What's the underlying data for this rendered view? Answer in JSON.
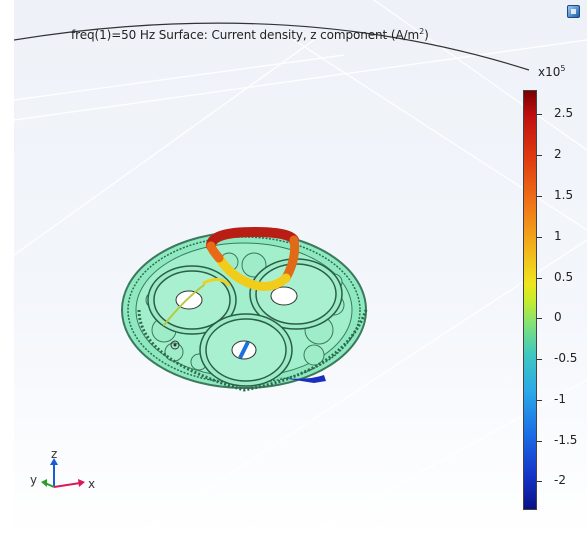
{
  "plot": {
    "title_prefix": "freq(1)=50 Hz   Surface: Current density, z component (A/m",
    "title_sup": "2",
    "title_suffix": ")"
  },
  "colorbar": {
    "multiplier_base": "x10",
    "multiplier_exp": "5",
    "ticks": [
      "2.5",
      "2",
      "1.5",
      "1",
      "0.5",
      "0",
      "-0.5",
      "-1",
      "-1.5",
      "-2"
    ],
    "tick_values": [
      2.5,
      2,
      1.5,
      1,
      0.5,
      0,
      -0.5,
      -1,
      -1.5,
      -2
    ],
    "range": [
      -2.35,
      2.8
    ],
    "colormap": "rainbow",
    "colors": {
      "max": "#7a0000",
      "mid": "#3ec8c0",
      "min": "#0a1288"
    }
  },
  "axes_triad": {
    "y": "y",
    "z": "z",
    "x": "x"
  },
  "icons": {
    "corner_button": "viewport-icon"
  }
}
